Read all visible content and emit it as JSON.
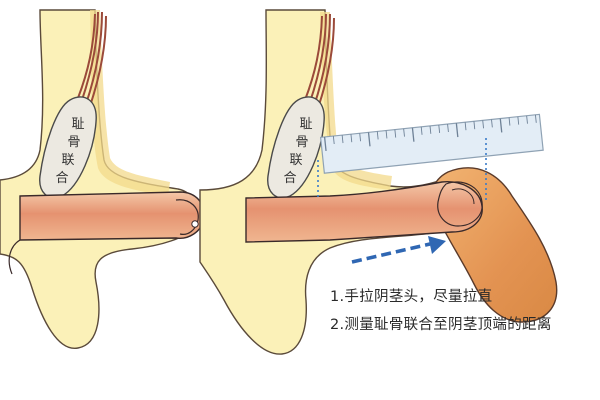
{
  "left_panel": {
    "bone_label": [
      "耻",
      "骨",
      "联",
      "合"
    ]
  },
  "right_panel": {
    "bone_label": [
      "耻",
      "骨",
      "联",
      "合"
    ],
    "ruler_ticks": 24
  },
  "instructions": [
    "1.手拉阴茎头，尽量拉直",
    "2.测量耻骨联合至阴茎顶端的距离"
  ],
  "colors": {
    "skin_fill": "#e8c07a",
    "fat_fill": "#fbf1b8",
    "bone_fill": "#ece9e1",
    "muscle": "#9b4a3a",
    "penis_fill": "#e8a07a",
    "extended_fill": "#e9a062",
    "ruler_fill": "#e3edf6",
    "arrow": "#2f67b3",
    "dotted_line": "#3b7cc8"
  }
}
